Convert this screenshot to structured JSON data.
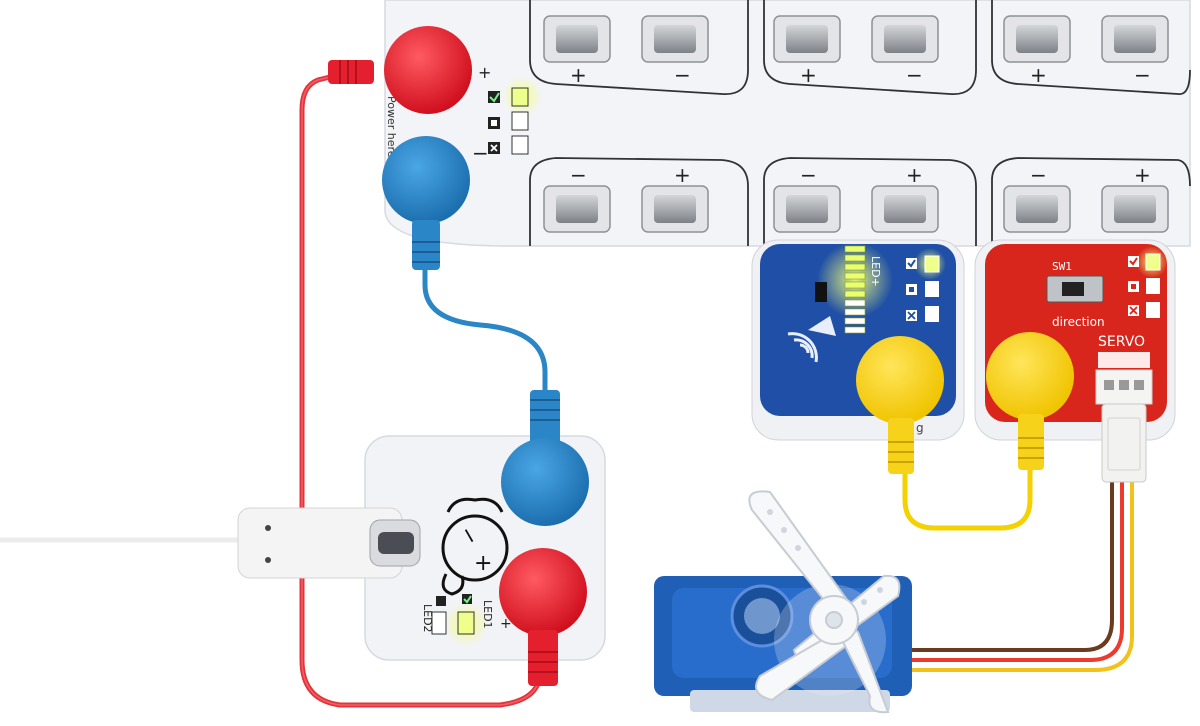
{
  "colors": {
    "board": "#f2f3f6",
    "board_edge": "#d9dce3",
    "wire_red": "#e0353c",
    "wire_blue": "#2b86c5",
    "wire_yellow": "#f3d200",
    "wire_brown": "#6a3b1e",
    "wire_orange": "#f29a1f",
    "clip_red": "#e4202e",
    "clip_blue": "#2a86c6",
    "clip_yellow": "#f7d21a",
    "pcb_blue": "#1f4fa6",
    "pcb_red": "#d9261c",
    "servo_blue": "#1f5fb6",
    "led_yellow": "#e9ff6a",
    "led_green": "#7ef08a"
  },
  "power_board": {
    "label": "Power here",
    "plus": "+",
    "minus": "−",
    "status_icons": [
      "check-icon",
      "square-icon",
      "x-icon"
    ],
    "top_slots": [
      {
        "left": "+",
        "right": "−"
      },
      {
        "left": "+",
        "right": "−"
      },
      {
        "left": "+",
        "right": "−"
      }
    ],
    "bottom_slots": [
      {
        "left": "−",
        "right": "+"
      },
      {
        "left": "−",
        "right": "+"
      },
      {
        "left": "−",
        "right": "+"
      }
    ]
  },
  "sensor_module": {
    "label": "LED+",
    "corner_label": "g"
  },
  "servo_module": {
    "switch_label": "SW1",
    "switch_caption": "direction",
    "header_label": "SERVO"
  },
  "battery_module": {
    "led1": "LED1",
    "led2": "LED2",
    "face_minus": "−",
    "face_plus": "+",
    "plus_mark": "+"
  }
}
